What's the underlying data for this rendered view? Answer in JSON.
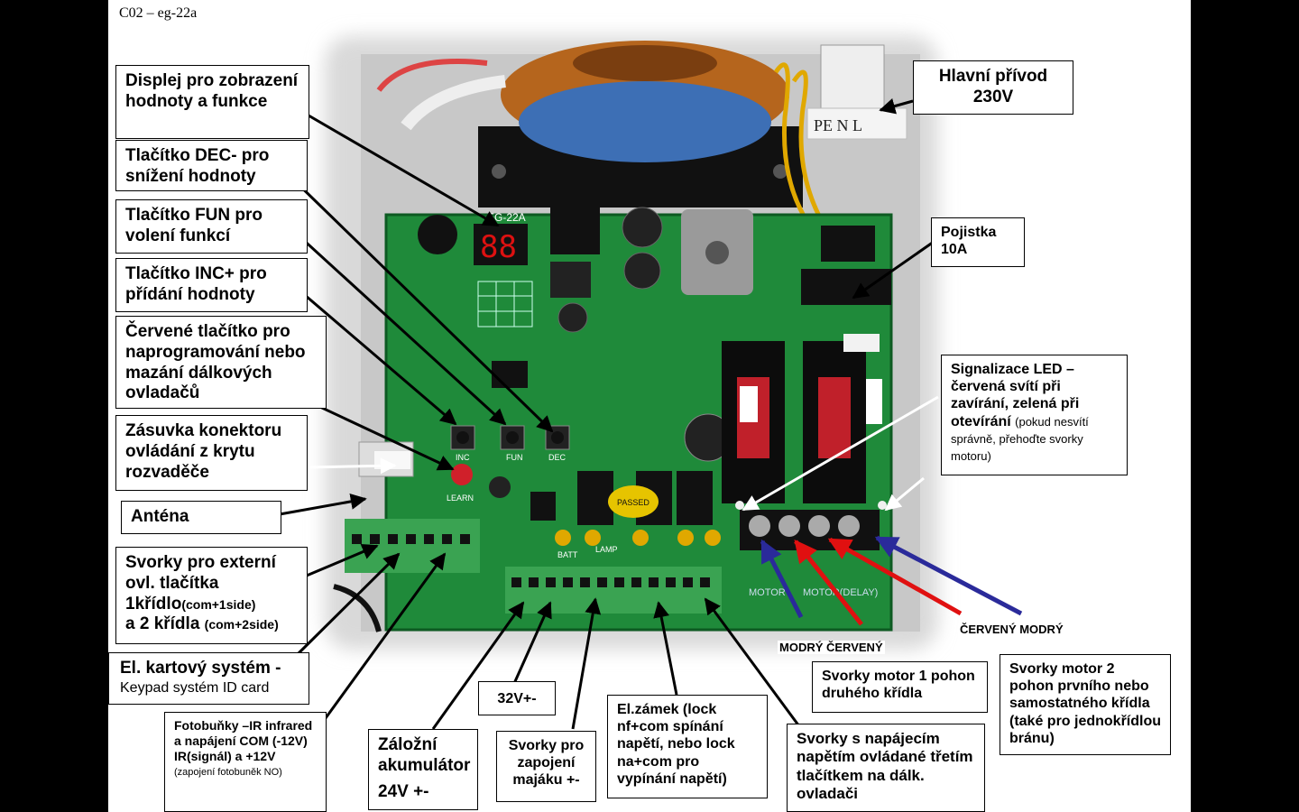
{
  "doc_ref": "C02 – eg-22a",
  "callouts": {
    "display": "Displej pro zobrazení hodnoty a funkce",
    "dec": "Tlačítko DEC- pro snížení hodnoty",
    "fun": "Tlačítko FUN pro volení funkcí",
    "inc": "Tlačítko INC+ pro přídání hodnoty",
    "red_button": "Červené tlačítko pro naprogramování nebo mazání dálkových ovladačů",
    "connector": "Zásuvka konektoru ovládání z krytu rozvaděče",
    "antenna": "Anténa",
    "ext_buttons_1": "Svorky pro externí ovl. tlačítka",
    "ext_buttons_2": "1křídlo",
    "ext_buttons_2s": "(com+1side)",
    "ext_buttons_3": "a 2 křídla",
    "ext_buttons_3s": "(com+2side)",
    "card_title": "El. kartový systém  -",
    "card_sub": "Keypad systém ID card",
    "photocell": "Fotobuňky –IR infrared a napájení COM (-12V) IR(signál) a +12V",
    "photocell_note": "(zapojení  fotobuněk NO)",
    "battery_1": "Záložní akumulátor",
    "battery_2": "24V  +-",
    "v32": "32V+-",
    "beacon": "Svorky pro zapojení majáku  +-",
    "lock": "El.zámek (lock nf+com spínání napětí, nebo lock na+com pro vypínání napětí)",
    "third_button": "Svorky s napájecím napětím ovládané třetím tlačítkem na dálk. ovladači",
    "motor1": "Svorky motor 1 pohon druhého křídla",
    "motor2": "Svorky motor 2 pohon  prvního nebo samostatného křídla (také pro jednokřídlou bránu)",
    "main_supply_1": "Hlavní přívod",
    "main_supply_2": "230V",
    "fuse_1": "Pojistka",
    "fuse_2": "10A",
    "led_main": "Signalizace LED – červená svítí při zavírání, zelená při otevírání",
    "led_note": "(pokud nesvítí správně, přehoďte svorky motoru)"
  },
  "wire_labels": {
    "left_pair": "MODRÝ  ČERVENÝ",
    "right_pair": "ČERVENÝ  MODRÝ"
  },
  "board_marks": {
    "terminal_top": "PE  N   L",
    "display_digits": "88",
    "motor_label": "MOTOR",
    "motor_delay_label": "MOTOR(DELAY)",
    "learn": "LEARN",
    "fun": "FUN",
    "dec": "DEC",
    "inc": "INC",
    "lamp": "LAMP",
    "batt": "BATT",
    "passed": "PASSED",
    "board_id": "EG-22A"
  },
  "colors": {
    "pcb": "#1f8a3a",
    "terminal_green": "#3aa352",
    "wire_red": "#e01010",
    "wire_blue": "#2a2a9a",
    "wire_yellow": "#e0a800"
  }
}
